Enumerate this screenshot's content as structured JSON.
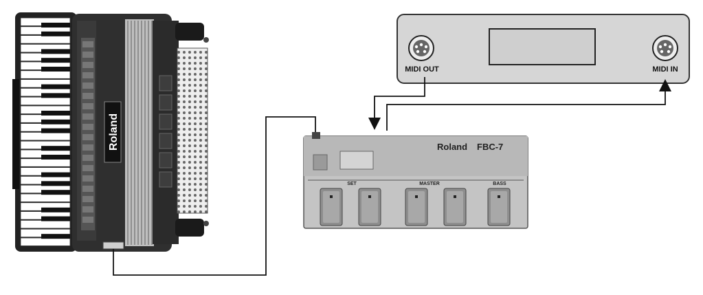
{
  "accordion": {
    "brand": "Roland"
  },
  "midi_device": {
    "midi_out_label": "MIDI OUT",
    "midi_in_label": "MIDI IN"
  },
  "pedal_board": {
    "brand": "Roland",
    "model": "FBC-7",
    "group_labels": [
      "SET",
      "MASTER",
      "BASS"
    ]
  },
  "colors": {
    "panel_gray": "#d6d6d6",
    "body_dark": "#2a2a2a",
    "pedal_gray": "#bdbdbd",
    "cable": "#111111"
  }
}
